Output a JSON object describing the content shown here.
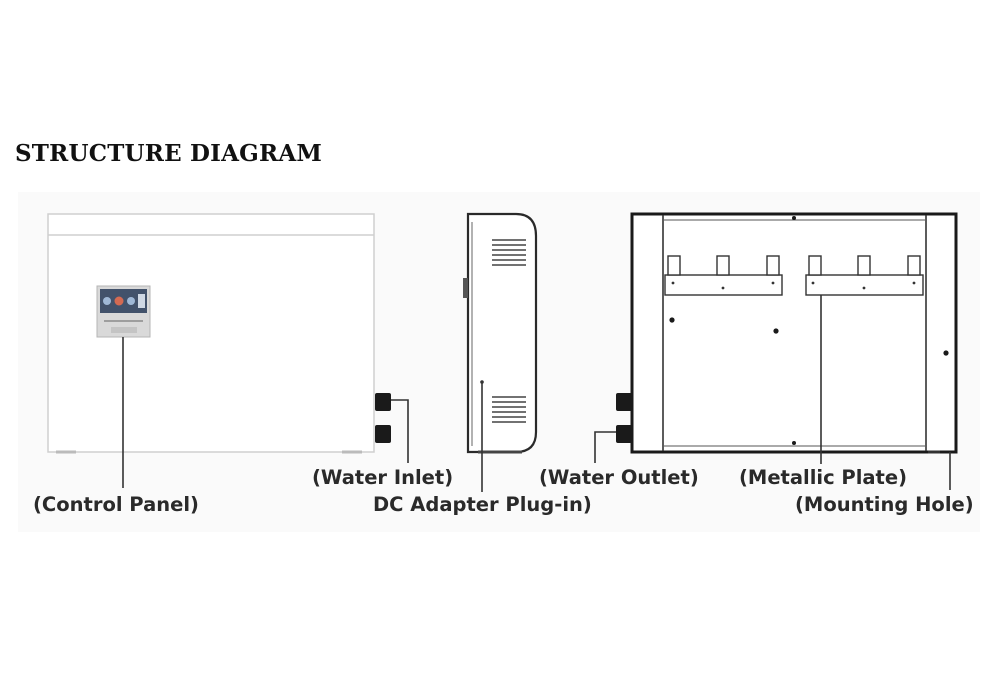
{
  "title": "STRUCTURE DIAGRAM",
  "labels": {
    "control_panel": "(Control Panel)",
    "water_inlet": "(Water Inlet)",
    "dc_adapter": "DC Adapter Plug-in)",
    "water_outlet": "(Water Outlet)",
    "metallic_plate": "(Metallic Plate)",
    "mounting_hole": "(Mounting Hole)"
  }
}
